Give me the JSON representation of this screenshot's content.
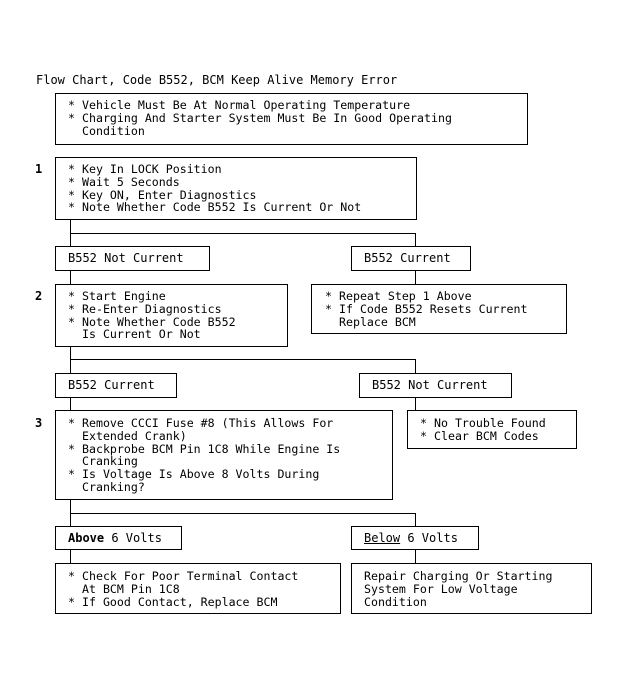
{
  "title": "Flow Chart, Code B552, BCM Keep Alive Memory Error",
  "preconditions": [
    "Vehicle Must Be At Normal Operating Temperature",
    "Charging And Starter System Must Be In Good Operating\nCondition"
  ],
  "steps": [
    {
      "number": "1",
      "items": [
        "Key In LOCK Position",
        "Wait 5 Seconds",
        "Key ON, Enter Diagnostics",
        "Note Whether Code B552 Is Current Or Not"
      ],
      "branches": [
        {
          "label": "B552 Not Current"
        },
        {
          "label": "B552 Current"
        }
      ]
    },
    {
      "number": "2",
      "items": [
        "Start Engine",
        "Re-Enter Diagnostics",
        "Note Whether Code B552\nIs Current Or Not"
      ],
      "branches": [
        {
          "label": "B552 Current"
        },
        {
          "label": "B552 Not Current"
        }
      ]
    },
    {
      "number": "3",
      "items": [
        "Remove CCCI Fuse #8 (This Allows For\nExtended Crank)",
        "Backprobe BCM Pin 1C8 While Engine Is\nCranking",
        "Is Voltage Is Above 8 Volts During\nCranking?"
      ],
      "branches": [
        {
          "emph": "Above",
          "rest": " 6 Volts"
        },
        {
          "emph": "Below",
          "rest": " 6 Volts"
        }
      ]
    }
  ],
  "step1_current_action": [
    "Repeat Step 1 Above",
    "If Code B552 Resets Current\nReplace BCM"
  ],
  "step2_not_current_action": [
    "No Trouble Found",
    "Clear BCM Codes"
  ],
  "above_action": [
    "Check For Poor Terminal Contact\nAt BCM Pin 1C8",
    "If Good Contact, Replace BCM"
  ],
  "below_action": "Repair Charging Or Starting\nSystem For Low Voltage\nCondition"
}
